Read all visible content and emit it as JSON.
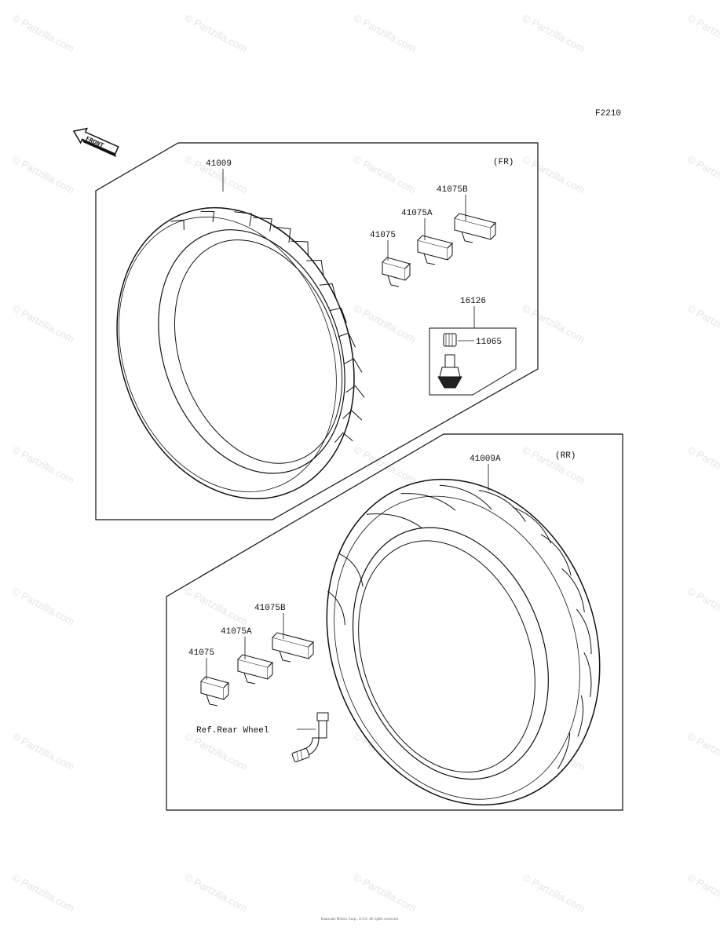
{
  "diagram_code": "F2210",
  "front_label": "FRONT",
  "watermark": "© Partzilla.com",
  "sections": {
    "front": {
      "tag": "(FR)",
      "tire_part": "41009",
      "weights": [
        "41075",
        "41075A",
        "41075B"
      ],
      "valve_assembly": "16126",
      "valve_cap": "11065"
    },
    "rear": {
      "tag": "(RR)",
      "tire_part": "41009A",
      "weights": [
        "41075",
        "41075A",
        "41075B"
      ],
      "valve_ref": "Ref.Rear Wheel"
    }
  },
  "copyright": "Kawasaki Motors Corp., U.S.A. All rights reserved."
}
